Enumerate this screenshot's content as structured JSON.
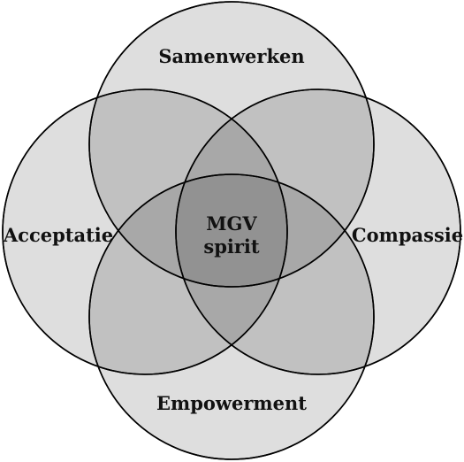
{
  "diagram": {
    "labels": {
      "top": "Samenwerken",
      "left": "Acceptatie",
      "right": "Compassie",
      "bottom": "Empowerment"
    },
    "center": {
      "line1": "MGV",
      "line2": "spirit"
    },
    "colors": {
      "fill": "#c8c8c8",
      "stroke": "#000000",
      "background": "#ffffff"
    }
  }
}
